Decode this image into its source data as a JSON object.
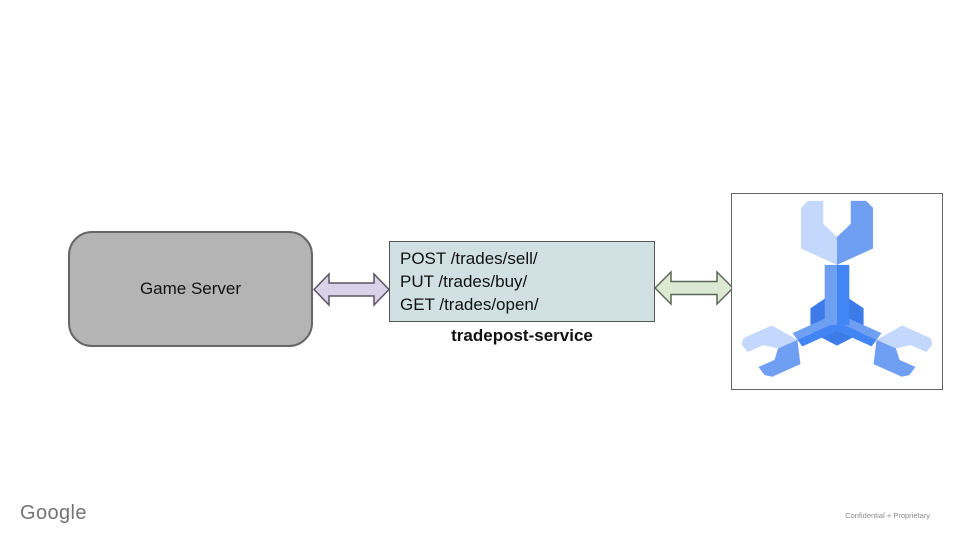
{
  "nodes": {
    "game_server": {
      "label": "Game Server",
      "fill": "#b4b4b4",
      "border": "#666666"
    },
    "service": {
      "endpoints": [
        "POST /trades/sell/",
        "PUT /trades/buy/",
        "GET /trades/open/"
      ],
      "caption": "tradepost-service",
      "fill": "#d0e0e3",
      "border": "#555555"
    },
    "matchmaker": {
      "icon": "open-match-logo",
      "border": "#656565",
      "colors": {
        "light": "#c4d7fc",
        "medium": "#6f9ff2",
        "dark": "#4285f4",
        "center": "#3d7ce8"
      }
    }
  },
  "arrows": {
    "left": {
      "fill": "#d9d2e9",
      "stroke": "#5a5560"
    },
    "right": {
      "fill": "#dcead3",
      "stroke": "#5f6659"
    }
  },
  "footer": {
    "brand": "Google",
    "note": "Confidential + Proprietary"
  }
}
